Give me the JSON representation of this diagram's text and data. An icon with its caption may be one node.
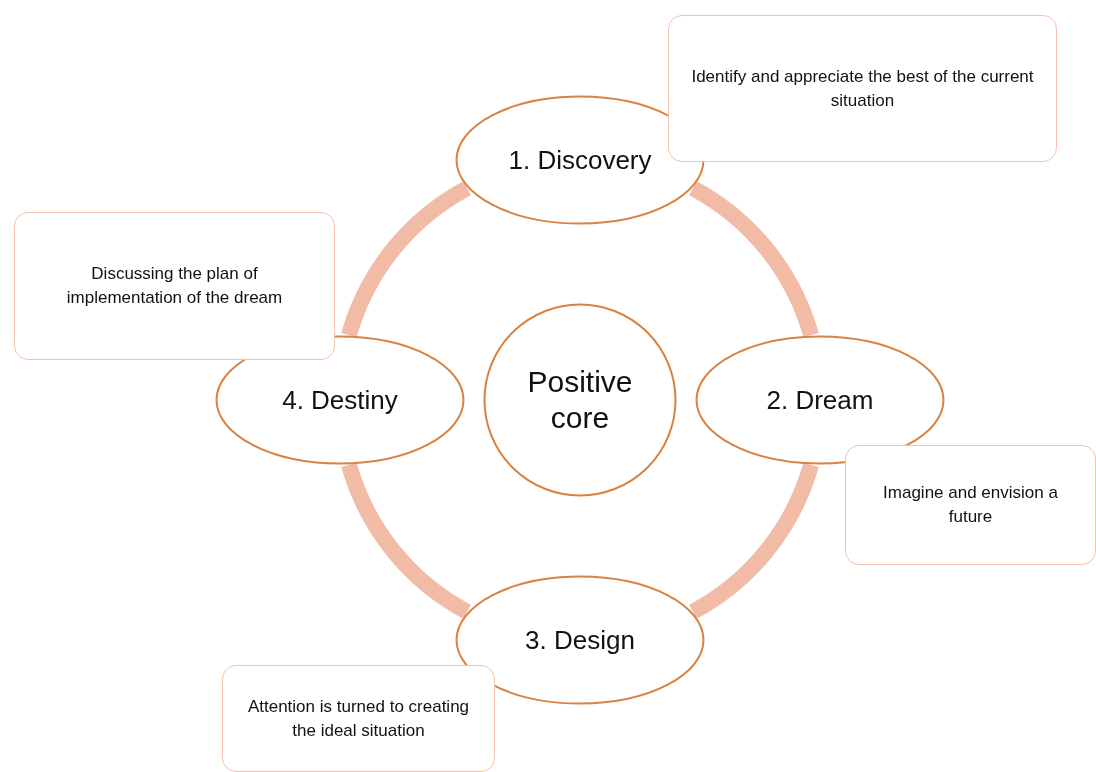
{
  "diagram": {
    "nodes": [
      {
        "text": [
          "1. Discovery"
        ]
      },
      {
        "text": [
          "Identify and appreciate the best of the current situation"
        ]
      },
      {
        "text": [
          "Discussing the plan of implementation of the dream"
        ]
      },
      {
        "text": [
          "Positive core"
        ]
      },
      {
        "text": [
          "4. Destiny"
        ]
      },
      {
        "text": [
          "2. Dream"
        ]
      },
      {
        "text": [
          "Imagine and envision a future"
        ]
      },
      {
        "text": [
          "3. Design"
        ]
      },
      {
        "text": [
          "Attention is turned to creating the ideal situation"
        ]
      }
    ],
    "edges": [
      {
        "from": 0,
        "to": 5,
        "arrow": "none"
      },
      {
        "from": 5,
        "to": 7,
        "arrow": "none"
      },
      {
        "from": 7,
        "to": 4,
        "arrow": "none"
      },
      {
        "from": 4,
        "to": 0,
        "arrow": "none"
      }
    ]
  }
}
